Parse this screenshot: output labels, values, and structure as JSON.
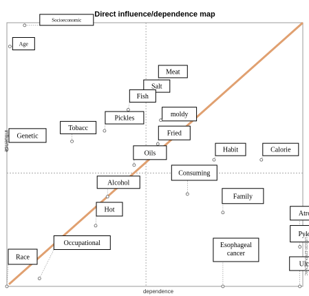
{
  "chart_data": {
    "type": "scatter",
    "title": "Direct influence/dependence map",
    "xlabel": "dependence",
    "ylabel": "influence",
    "right_side_text": "© LIPSOR-EPITA-MICMAC",
    "xlim": [
      0,
      100
    ],
    "ylim": [
      0,
      100
    ],
    "grid": false,
    "diagonal_line": true,
    "colors": {
      "diagonal": "#E0A070",
      "axes": "#999999",
      "frame": "#999999",
      "box_border": "#000000"
    },
    "points": [
      {
        "label": "Socioeconomic",
        "x": 6,
        "y": 99
      },
      {
        "label": "Age",
        "x": 1,
        "y": 91
      },
      {
        "label": "Meat",
        "x": 51,
        "y": 76
      },
      {
        "label": "Salt",
        "x": 46,
        "y": 71
      },
      {
        "label": "Fish",
        "x": 41,
        "y": 67
      },
      {
        "label": "moldy",
        "x": 52,
        "y": 63
      },
      {
        "label": "Pickles",
        "x": 33,
        "y": 59
      },
      {
        "label": "Tobacc",
        "x": 22,
        "y": 55
      },
      {
        "label": "Fried",
        "x": 51,
        "y": 54
      },
      {
        "label": "Genetic",
        "x": 0,
        "y": 52
      },
      {
        "label": "Habit",
        "x": 70,
        "y": 48
      },
      {
        "label": "Calorie",
        "x": 86,
        "y": 48
      },
      {
        "label": "Oils",
        "x": 43,
        "y": 46
      },
      {
        "label": "Consuming",
        "x": 61,
        "y": 35
      },
      {
        "label": "Alcohol",
        "x": 34,
        "y": 34
      },
      {
        "label": "Family",
        "x": 73,
        "y": 28
      },
      {
        "label": "Hot",
        "x": 30,
        "y": 23
      },
      {
        "label": "Atrophic",
        "x": 99,
        "y": 22
      },
      {
        "label": "Pylori",
        "x": 99,
        "y": 15
      },
      {
        "label": "Occupational",
        "x": 11,
        "y": 3
      },
      {
        "label": "Race",
        "x": 0,
        "y": 0
      },
      {
        "label": "Esophageal cancer",
        "x": 73,
        "y": 0
      },
      {
        "label": "Ulcers",
        "x": 99,
        "y": 0
      }
    ]
  }
}
